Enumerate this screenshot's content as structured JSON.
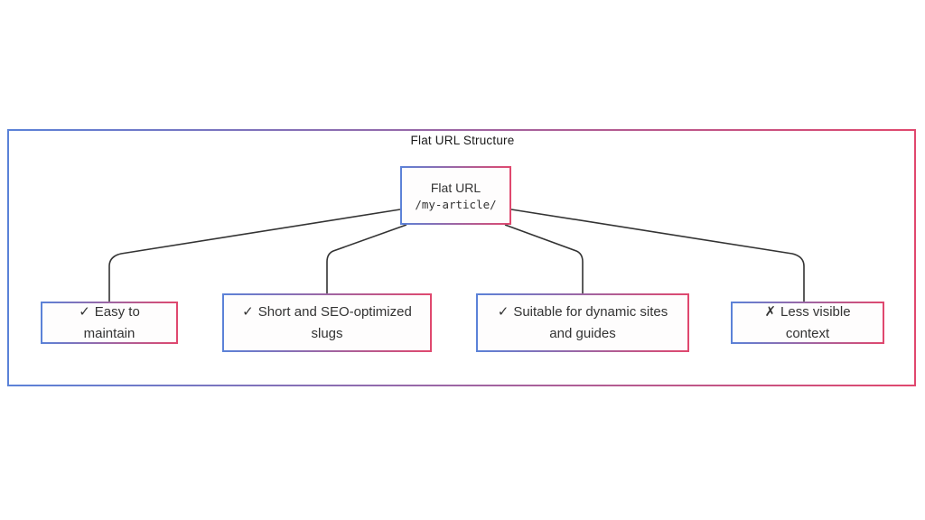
{
  "diagram": {
    "title": "Flat URL Structure",
    "root": {
      "label": "Flat URL",
      "code": "/my-article/"
    },
    "nodes": [
      {
        "icon": "✓",
        "label": "Easy to maintain"
      },
      {
        "icon": "✓",
        "label": "Short and SEO-optimized slugs"
      },
      {
        "icon": "✓",
        "label": "Suitable for dynamic sites and guides"
      },
      {
        "icon": "✗",
        "label": "Less visible context"
      }
    ],
    "colors": {
      "border_gradient_start": "#5b82d8",
      "border_gradient_end": "#e0486e",
      "connector_line": "#333333",
      "text": "#333333"
    }
  }
}
